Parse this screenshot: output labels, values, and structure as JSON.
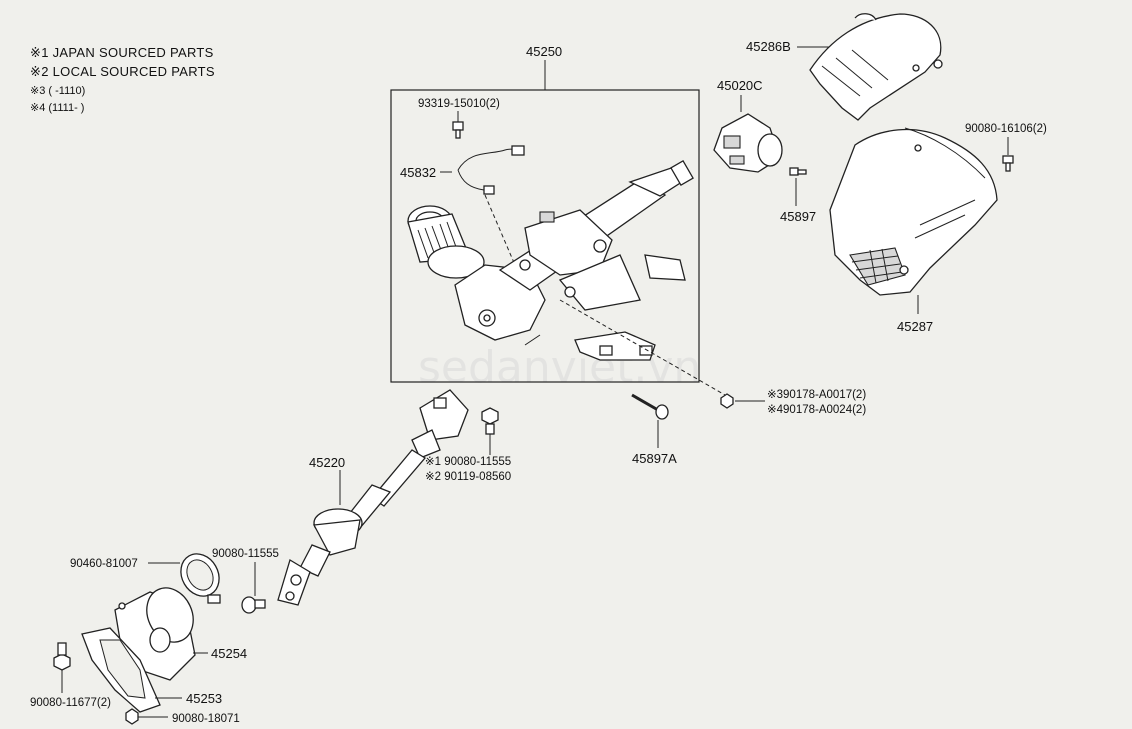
{
  "notes": [
    "※1 JAPAN SOURCED PARTS",
    "※2 LOCAL SOURCED PARTS",
    "※3 (  -1110)",
    "※4 (1111-  )"
  ],
  "watermark": "sedanviet.vn",
  "labels": {
    "p45250": "45250",
    "p93319": "93319-15010(2)",
    "p45832": "45832",
    "p45286B": "45286B",
    "p45020C": "45020C",
    "p45897": "45897",
    "p90080_16106": "90080-16106(2)",
    "p45287": "45287",
    "p90178_3": "※390178-A0017(2)",
    "p90178_4": "※490178-A0024(2)",
    "p45897A": "45897A",
    "p45220": "45220",
    "p90080_11555_j": "※1 90080-11555",
    "p90119": "※2 90119-08560",
    "p90460": "90460-81007",
    "p90080_11555": "90080-11555",
    "p45254": "45254",
    "p45253": "45253",
    "p90080_11677": "90080-11677(2)",
    "p90080_18071": "90080-18071"
  }
}
